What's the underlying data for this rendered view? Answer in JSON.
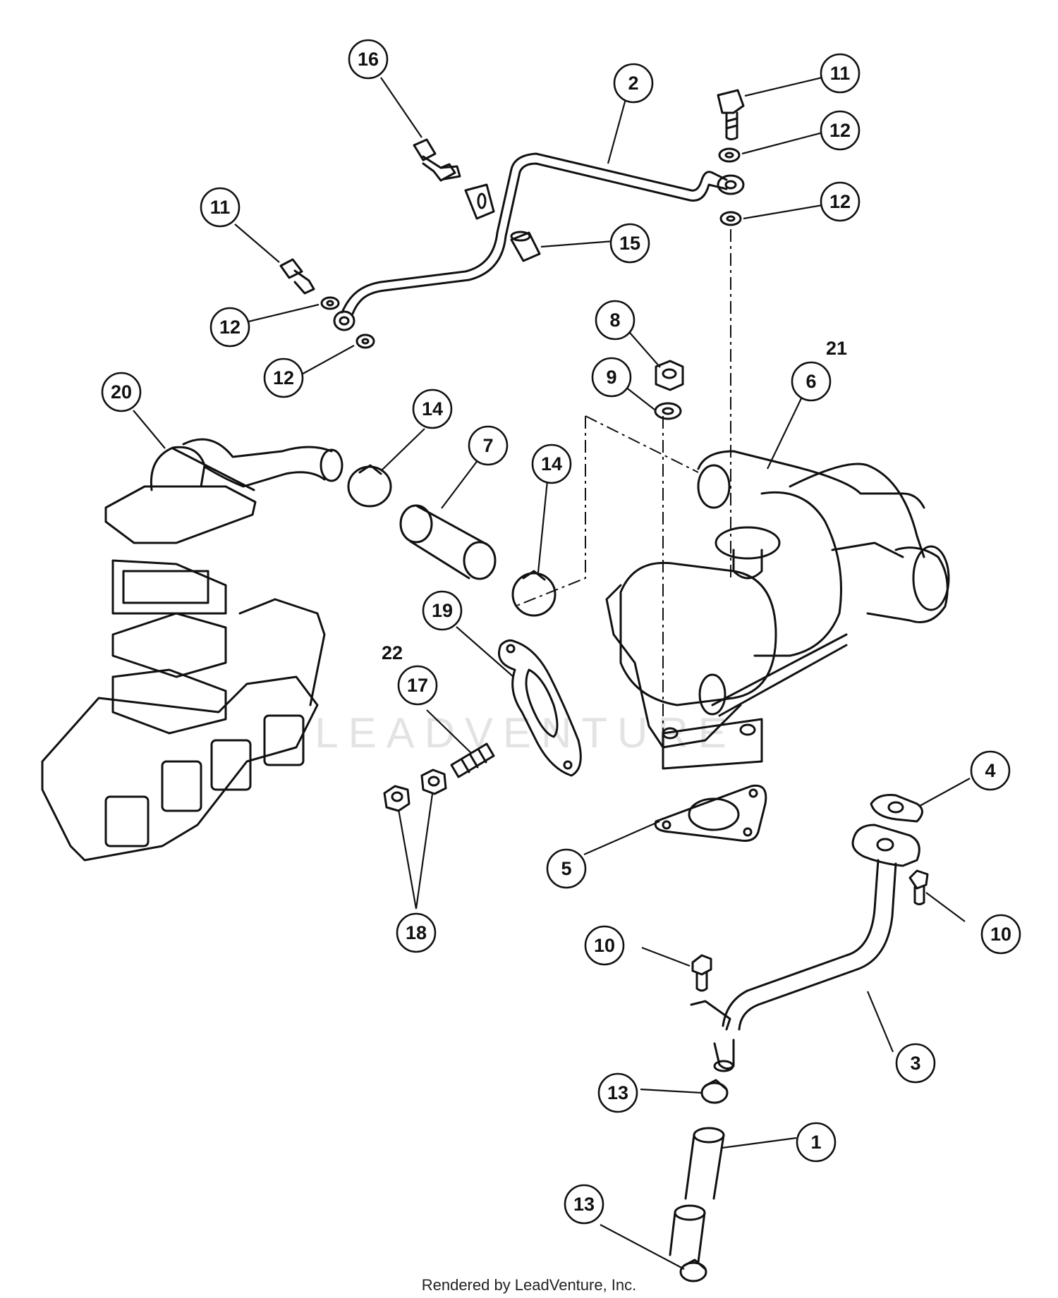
{
  "watermark": "LEADVENTURE",
  "credit": "Rendered by LeadVenture, Inc.",
  "callouts": {
    "c1": "1",
    "c2": "2",
    "c3": "3",
    "c4": "4",
    "c5": "5",
    "c6": "6",
    "c7": "7",
    "c8": "8",
    "c9": "9",
    "c10a": "10",
    "c10b": "10",
    "c11a": "11",
    "c11b": "11",
    "c12a": "12",
    "c12b": "12",
    "c12c": "12",
    "c12d": "12",
    "c13a": "13",
    "c13b": "13",
    "c14a": "14",
    "c14b": "14",
    "c15": "15",
    "c16": "16",
    "c17": "17",
    "c18": "18",
    "c19": "19",
    "c20": "20",
    "c21": "21",
    "c22": "22"
  }
}
